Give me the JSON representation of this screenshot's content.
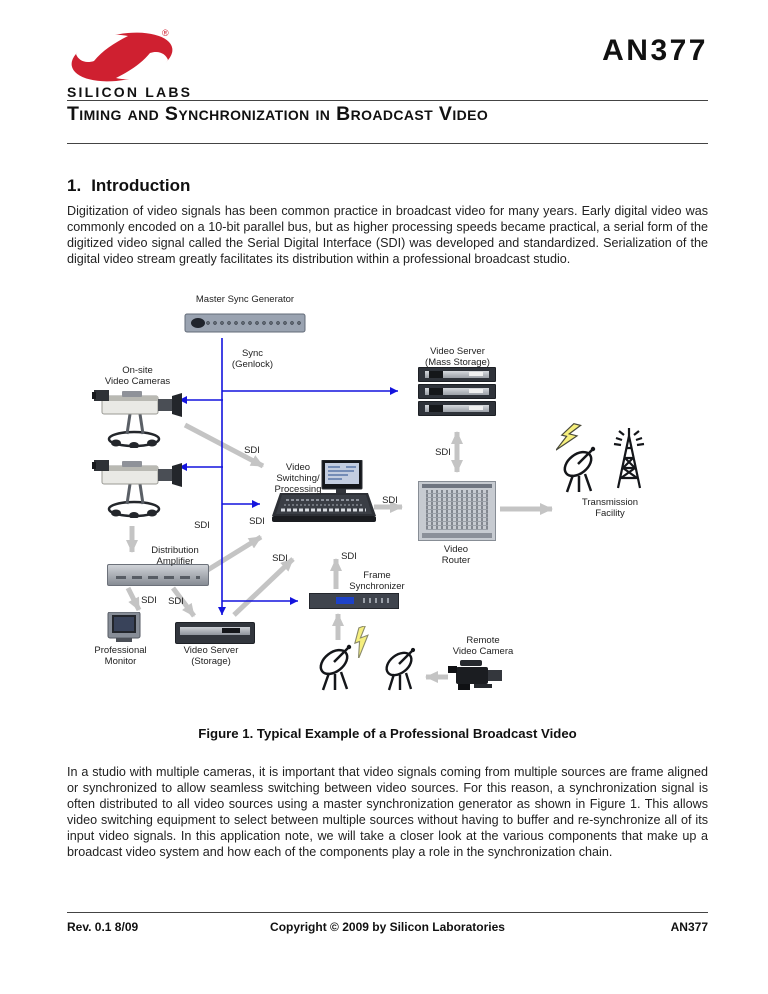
{
  "colors": {
    "brand_red": "#cf2030",
    "sync_blue": "#1414dd",
    "arrow_gray": "#c4c4c4",
    "lightning_yellow": "#f6ef7d"
  },
  "header": {
    "logo_text": "SILICON LABS",
    "registered_mark": "®",
    "doc_number": "AN377",
    "title": "Timing and Synchronization in Broadcast Video"
  },
  "intro": {
    "number": "1.",
    "heading": "Introduction",
    "paragraph": "Digitization of video signals has been common practice in broadcast video for many years. Early digital video was commonly encoded on a 10-bit parallel bus, but as higher processing speeds became practical, a serial form of the digitized video signal called the Serial Digital Interface (SDI) was developed and standardized. Serialization of the digital video stream greatly facilitates its distribution within a professional broadcast studio."
  },
  "figure": {
    "caption": "Figure 1. Typical Example of a Professional Broadcast Video",
    "sdi_label": "SDI",
    "nodes": {
      "master_sync": [
        "Master Sync Generator"
      ],
      "sync_signal": [
        "Sync",
        "(Genlock)"
      ],
      "cameras": [
        "On-site",
        "Video Cameras"
      ],
      "server_mass": [
        "Video Server",
        "(Mass Storage)"
      ],
      "switcher": [
        "Video",
        "Switching/",
        "Processing"
      ],
      "router": [
        "Video",
        "Router"
      ],
      "transmission": [
        "Transmission",
        "Facility"
      ],
      "dist_amp": [
        "Distribution",
        "Amplifier"
      ],
      "monitor": [
        "Professional",
        "Monitor"
      ],
      "server_storage": [
        "Video Server",
        "(Storage)"
      ],
      "frame_sync": [
        "Frame",
        "Synchronizer"
      ],
      "remote_camera": [
        "Remote",
        "Video Camera"
      ]
    }
  },
  "body": {
    "paragraph": "In a studio with multiple cameras, it is important that video signals coming from multiple sources are frame aligned or synchronized to allow seamless switching between video sources. For this reason, a synchronization signal is often distributed to all video sources using a master synchronization generator as shown in Figure 1. This allows video switching equipment to select between multiple sources without having to buffer and re-synchronize all of its input video signals. In this application note, we will take a closer look at the various components that make up a broadcast video system and how each of the components play a role in the synchronization chain."
  },
  "footer": {
    "revision": "Rev. 0.1 8/09",
    "copyright": "Copyright © 2009 by Silicon Laboratories",
    "doc_number": "AN377"
  }
}
